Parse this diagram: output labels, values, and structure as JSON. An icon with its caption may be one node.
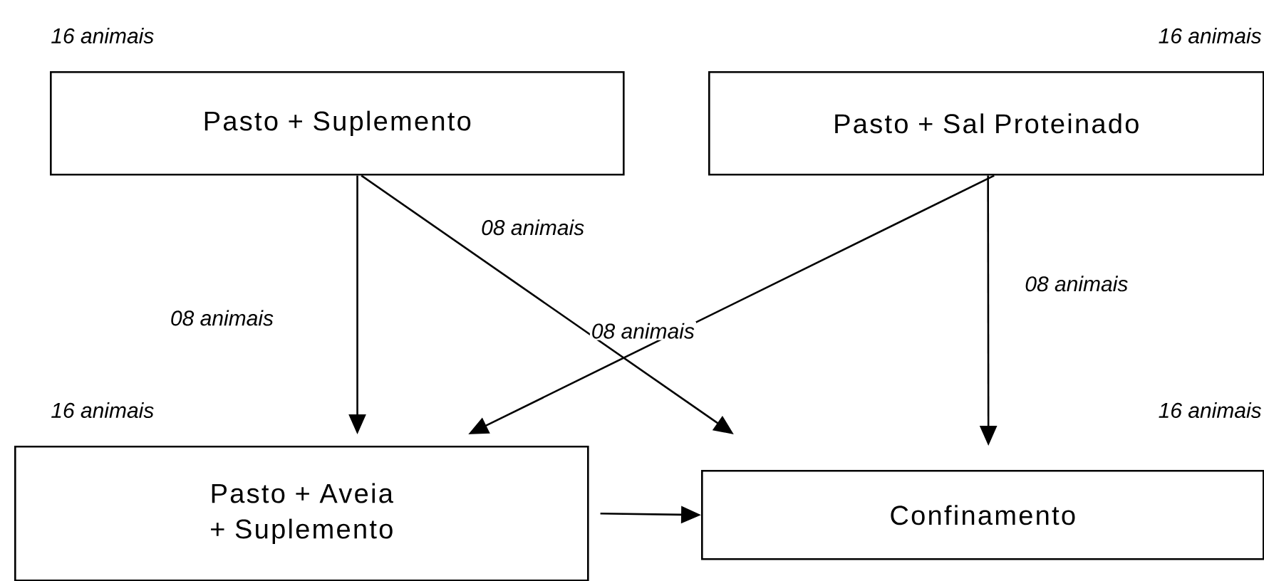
{
  "diagram": {
    "nodes": [
      {
        "text": [
          "Pasto + Suplemento"
        ],
        "beside": [
          "16 animais"
        ]
      },
      {
        "text": [
          "Pasto + Sal Proteinado"
        ],
        "beside": [
          "16 animais"
        ]
      },
      {
        "text": [
          "Pasto + Aveia + Suplemento"
        ],
        "beside": [
          "16 animais"
        ]
      },
      {
        "text": [
          "Confinamento"
        ],
        "beside": [
          "16 animais"
        ]
      }
    ],
    "edges": [
      {
        "from": 0,
        "to": 2,
        "arrow": "to",
        "label": "08 animais"
      },
      {
        "from": 0,
        "to": 3,
        "arrow": "to",
        "label": "08 animais"
      },
      {
        "from": 1,
        "to": 2,
        "arrow": "to",
        "label": "08 animais"
      },
      {
        "from": 1,
        "to": 3,
        "arrow": "to",
        "label": "08 animais"
      },
      {
        "from": 2,
        "to": 3,
        "arrow": "to"
      }
    ]
  }
}
